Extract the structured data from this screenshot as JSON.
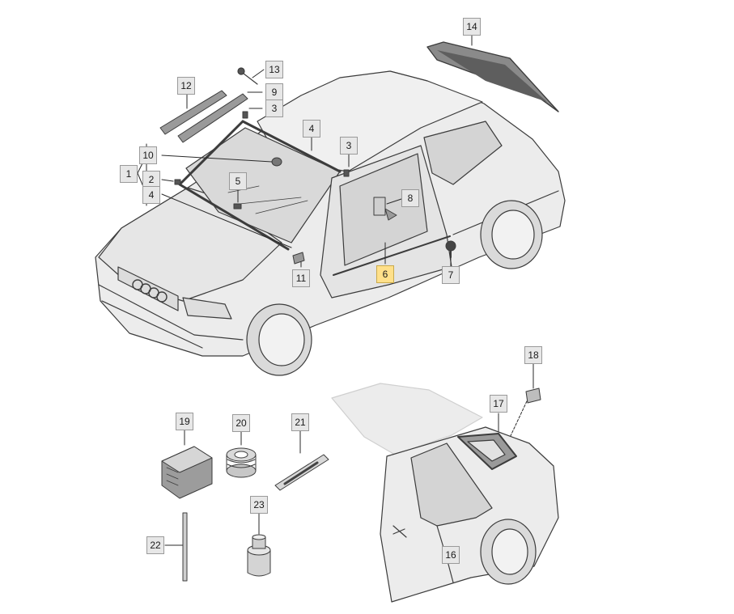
{
  "diagram": {
    "callouts": [
      {
        "id": "c1",
        "label": "1"
      },
      {
        "id": "c2",
        "label": "2"
      },
      {
        "id": "c3a",
        "label": "3"
      },
      {
        "id": "c3b",
        "label": "3"
      },
      {
        "id": "c4a",
        "label": "4"
      },
      {
        "id": "c4b",
        "label": "4"
      },
      {
        "id": "c5",
        "label": "5"
      },
      {
        "id": "c6",
        "label": "6",
        "highlighted": true
      },
      {
        "id": "c7",
        "label": "7"
      },
      {
        "id": "c8",
        "label": "8"
      },
      {
        "id": "c9",
        "label": "9"
      },
      {
        "id": "c10",
        "label": "10"
      },
      {
        "id": "c11",
        "label": "11"
      },
      {
        "id": "c12",
        "label": "12"
      },
      {
        "id": "c13",
        "label": "13"
      },
      {
        "id": "c14",
        "label": "14"
      },
      {
        "id": "c16",
        "label": "16"
      },
      {
        "id": "c17",
        "label": "17"
      },
      {
        "id": "c18",
        "label": "18"
      },
      {
        "id": "c19",
        "label": "19"
      },
      {
        "id": "c20",
        "label": "20"
      },
      {
        "id": "c21",
        "label": "21"
      },
      {
        "id": "c22",
        "label": "22"
      },
      {
        "id": "c23",
        "label": "23"
      }
    ],
    "colors": {
      "line": "#3c3c3c",
      "body": "#e9e9e9",
      "glass": "#d6d6d6",
      "highlight": "#ffe08a"
    }
  }
}
